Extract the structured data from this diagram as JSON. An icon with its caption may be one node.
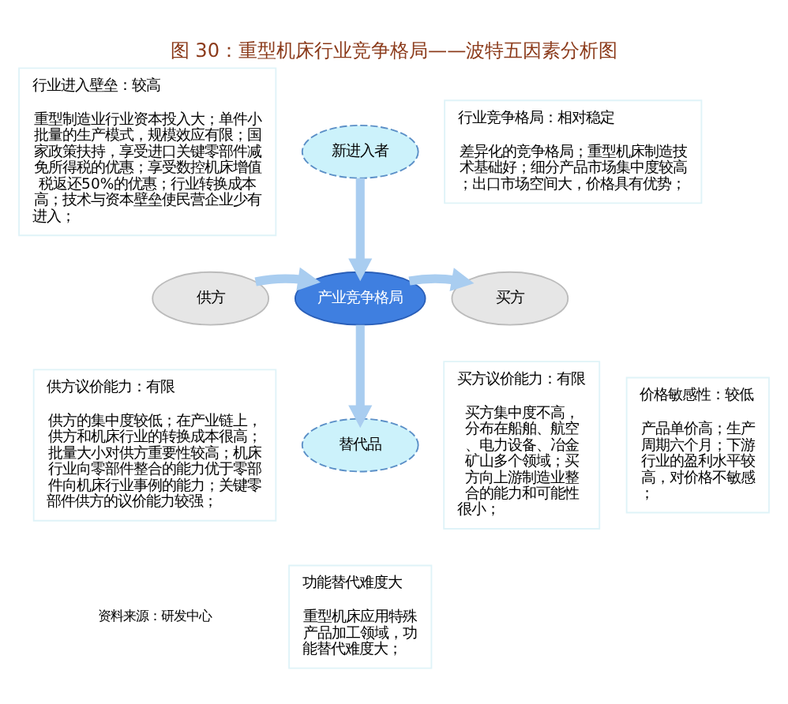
{
  "diagram": {
    "title": "图 30：重型机床行业竞争格局——波特五因素分析图",
    "nodes": [
      {
        "text": [
          "行业进入壁垒：较高",
          "重型制造业行业资本投入大；单件小批量的生产模式，规模效应有限；国家政策扶持，享受进口关键零部件减免所得税的优惠；享受数控机床增值税返还50%的优惠；行业转换成本高；技术与资本壁垒使民营企业少有进入；"
        ]
      },
      {
        "text": [
          "行业竞争格局：相对稳定",
          "差异化的竞争格局；重型机床制造技术基础好；细分产品市场集中度较高；出口市场空间大，价格具有优势；"
        ]
      },
      {
        "text": [
          "新进入者"
        ]
      },
      {
        "text": [
          "供方"
        ]
      },
      {
        "text": [
          "产业竞争格局"
        ]
      },
      {
        "text": [
          "买方"
        ]
      },
      {
        "text": [
          "替代品"
        ]
      },
      {
        "text": [
          "供方议价能力：有限",
          "供方的集中度较低；在产业链上，供方和机床行业的转换成本很高；批量大小对供方重要性较高；机床行业向零部件整合的能力优于零部件向机床行业事例的能力；关键零部件供方的议价能力较强；"
        ]
      },
      {
        "text": [
          "功能替代难度大",
          "重型机床应用特殊产品加工领域，功能替代难度大；"
        ]
      },
      {
        "text": [
          "买方议价能力：有限",
          "买方集中度不高，分布在船舶、航空、电力设备、冶金矿山多个领域；买方向上游制造业整合的能力和可能性很小；"
        ]
      },
      {
        "text": [
          "价格敏感性：较低",
          "产品单价高；生产周期六个月；下游行业的盈利水平较高，对价格不敏感；"
        ]
      }
    ],
    "edges": [
      {
        "from": 2,
        "to": 4,
        "arrow": "to"
      },
      {
        "from": 3,
        "to": 4,
        "arrow": "to"
      },
      {
        "from": 4,
        "to": 5,
        "arrow": "to"
      },
      {
        "from": 4,
        "to": 6,
        "arrow": "to"
      }
    ],
    "labels": [
      "资料来源：研发中心"
    ]
  }
}
